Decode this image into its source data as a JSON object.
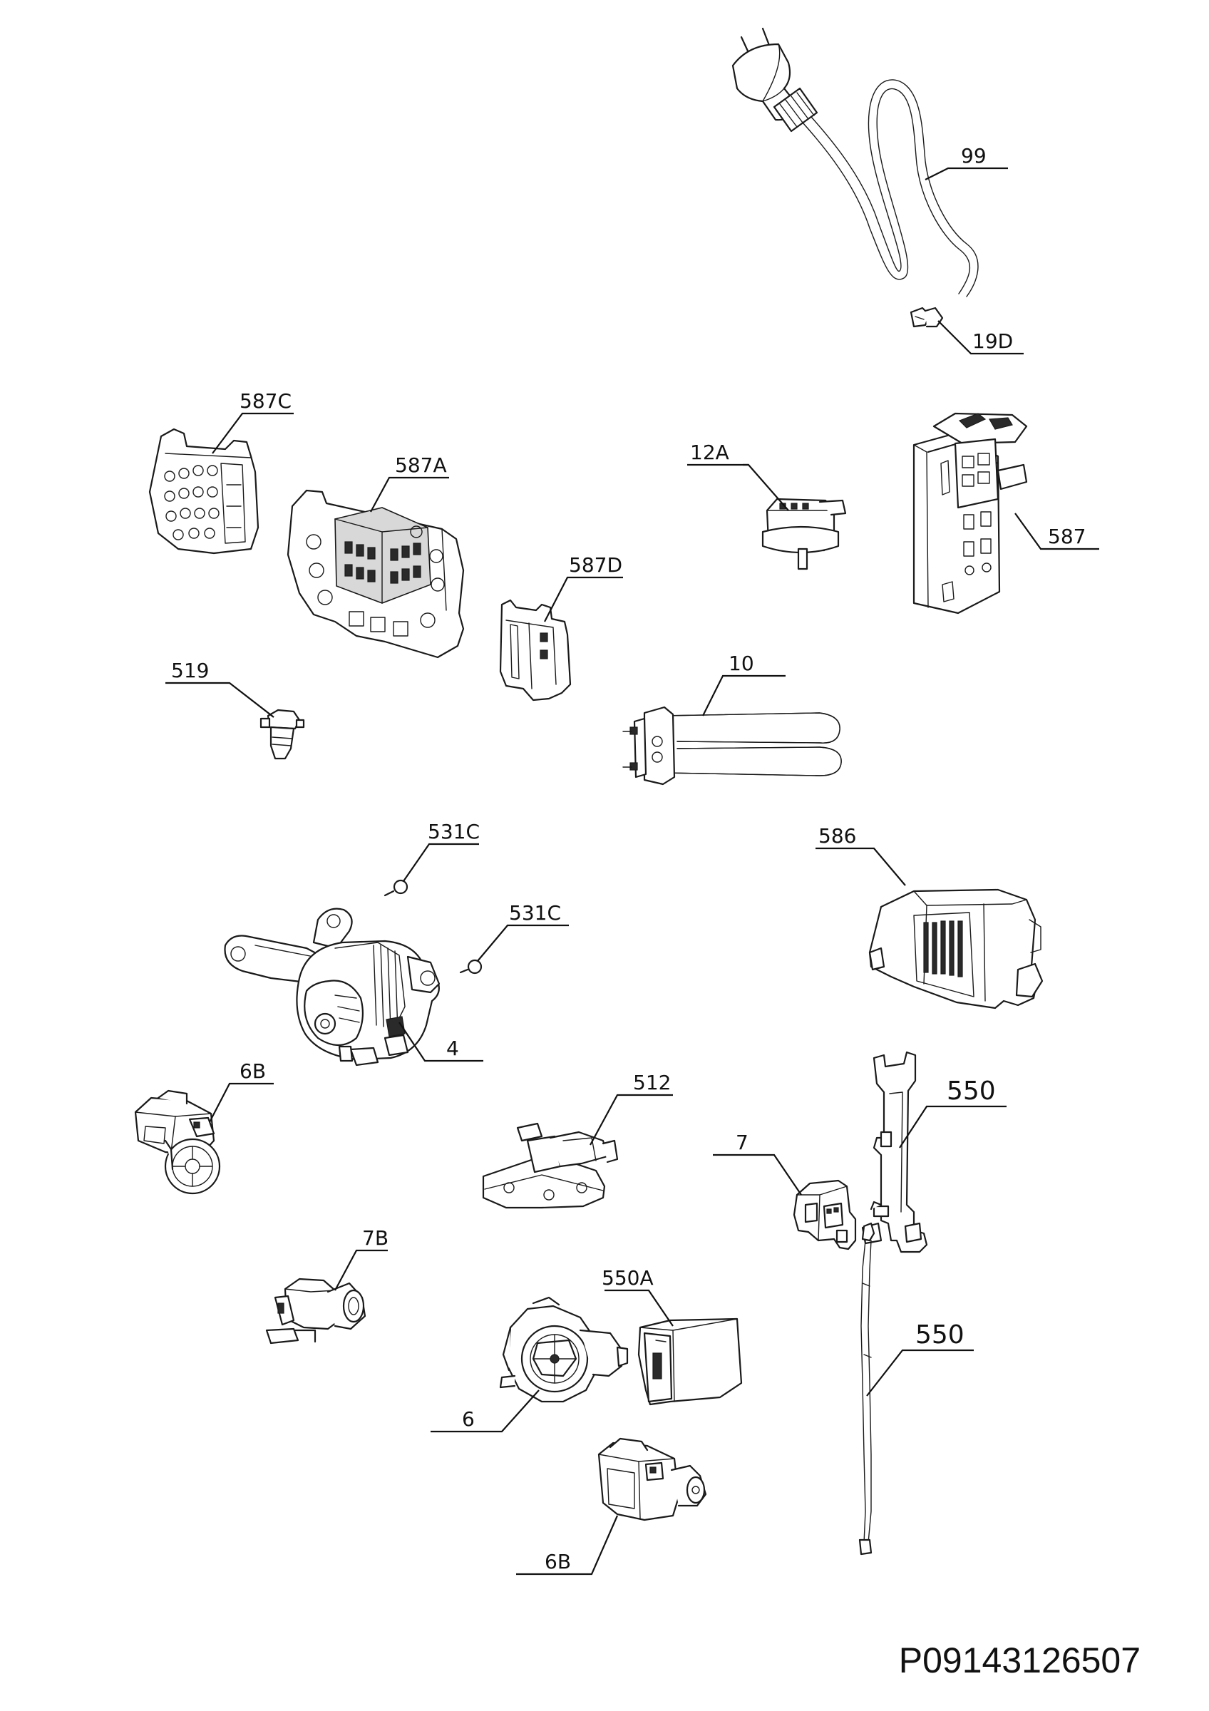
{
  "doc_id": "P09143126507",
  "callouts": {
    "c99": "99",
    "c19D": "19D",
    "c587C": "587C",
    "c587A": "587A",
    "c12A": "12A",
    "c587": "587",
    "c587D": "587D",
    "c519": "519",
    "c10": "10",
    "c531C_a": "531C",
    "c531C_b": "531C",
    "c586": "586",
    "c4": "4",
    "c6B_a": "6B",
    "c512": "512",
    "c550_a": "550",
    "c7": "7",
    "c7B": "7B",
    "c550A": "550A",
    "c550_b": "550",
    "c6": "6",
    "c6B_b": "6B"
  }
}
